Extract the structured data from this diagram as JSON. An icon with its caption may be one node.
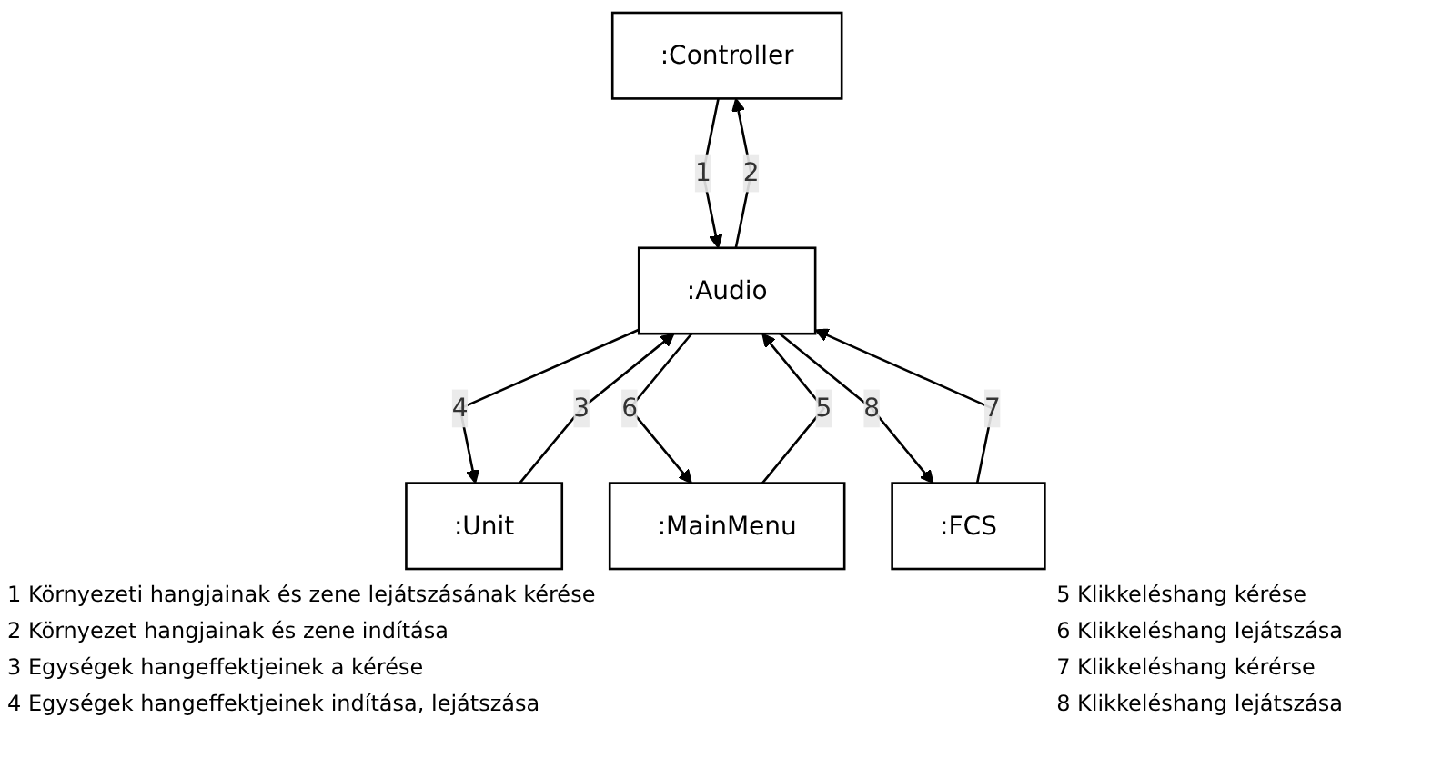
{
  "diagram": {
    "nodes": [
      {
        "text": [
          ":Controller"
        ]
      },
      {
        "text": [
          ":Unit"
        ]
      },
      {
        "text": [
          ":MainMenu"
        ]
      },
      {
        "text": [
          ":FCS"
        ]
      },
      {
        "text": [
          ":Audio"
        ]
      }
    ],
    "edges": [
      {
        "from": 0,
        "to": 4,
        "arrow": "to",
        "label": "1"
      },
      {
        "from": 4,
        "to": 0,
        "arrow": "to",
        "label": "2"
      },
      {
        "from": 1,
        "to": 4,
        "arrow": "to",
        "label": "3"
      },
      {
        "from": 4,
        "to": 1,
        "arrow": "to",
        "label": "4"
      },
      {
        "from": 2,
        "to": 4,
        "arrow": "to",
        "label": "5"
      },
      {
        "from": 4,
        "to": 2,
        "arrow": "to",
        "label": "6"
      },
      {
        "from": 3,
        "to": 4,
        "arrow": "to",
        "label": "7"
      },
      {
        "from": 4,
        "to": 3,
        "arrow": "to",
        "label": "8"
      }
    ],
    "labels": [
      "1 Környezeti hangjainak és zene lejátszásának kérése",
      "2 Környezet hangjainak és zene indítása",
      "3 Egységek hangeffektjeinek a kérése",
      "4 Egységek hangeffektjeinek indítása, lejátszása",
      "5 Klikkeléshang kérése",
      "6 Klikkeléshang lejátszása",
      "7 Klikkeléshang kérérse",
      "8 Klikkeléshang lejátszása"
    ]
  }
}
